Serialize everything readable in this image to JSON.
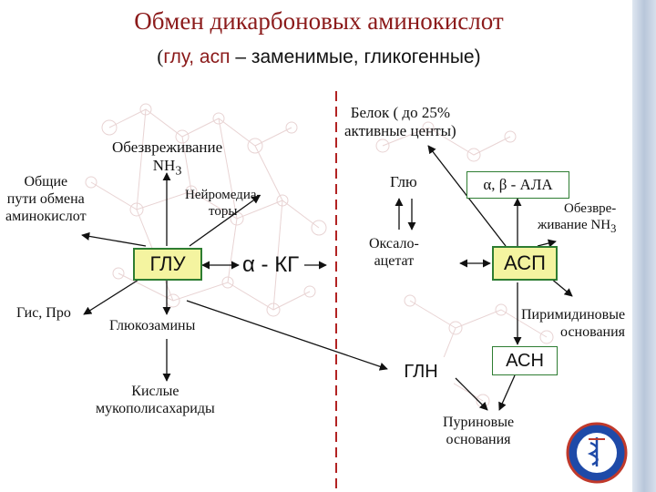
{
  "title": "Обмен дикарбоновых аминокислот",
  "subtitle": {
    "open_paren": "(",
    "highlight": "глу, асп",
    "rest": " – заменимые, гликогенные)"
  },
  "nodes": {
    "glu": "ГЛУ",
    "akg": "α - КГ",
    "asp": "АСП",
    "gln": "ГЛН",
    "asn": "АСН",
    "ala": "α, β - АЛА",
    "glu2": "Глю",
    "oxaloacetate_l1": "Оксало-",
    "oxaloacetate_l2": "ацетат",
    "detox_nh3_l1": "Обезвреживание",
    "detox_nh3_l2": "NH",
    "detox_nh3_sub": "3",
    "common_l1": "Общие",
    "common_l2": "пути обмена",
    "common_l3": "аминокислот",
    "neuro_l1": "Нейромедиа-",
    "neuro_l2": "торы",
    "his_pro": "Гис, Про",
    "glucosamines": "Глюкозамины",
    "acid_mps_l1": "Кислые",
    "acid_mps_l2": "мукополисахариды",
    "protein_l1": "Белок ( до 25%",
    "protein_l2": "активные центы)",
    "detox2_l1": "Обезвре-",
    "detox2_l2": "живание NH",
    "detox2_sub": "3",
    "pyrimidine_l1": "Пиримидиновые",
    "pyrimidine_l2": "основания",
    "purine_l1": "Пуриновые",
    "purine_l2": "основания"
  },
  "colors": {
    "title": "#8b1a1a",
    "box_fill": "#f4f4a0",
    "box_border": "#2e7d32",
    "divider": "#b22222",
    "ink": "#111111"
  }
}
